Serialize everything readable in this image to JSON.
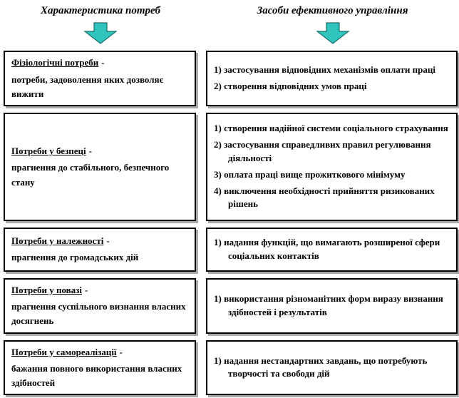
{
  "headers": {
    "left": "Характеристика потреб",
    "right": "Засоби ефективного управління"
  },
  "dash": "-",
  "colors": {
    "arrow_fill": "#2fc4bd",
    "arrow_stroke": "#1a6e6a"
  },
  "rows": [
    {
      "left": {
        "title": "Фізіологічні потреби",
        "desc": "потреби, задоволення яких дозволяє вижити"
      },
      "right": {
        "items": [
          "1) застосування відповідних механізмів оплати праці",
          "2) створення відповідних умов праці"
        ]
      }
    },
    {
      "left": {
        "title": "Потреби у безпеці",
        "desc": "прагнення до стабільного, безпечного стану"
      },
      "right": {
        "items": [
          "1) створення надійної системи соціального страхування",
          "2) застосування справедливих правил регулювання діяльності",
          "3) оплата праці вище прожиткового мінімуму",
          "4) виключення необхідності прийняття ризикованих рішень"
        ]
      }
    },
    {
      "left": {
        "title": "Потреби у належності",
        "desc": "прагнення до громадських дій"
      },
      "right": {
        "items": [
          "1) надання функцій, що вимагають розширеної сфери соціальних контактів"
        ]
      }
    },
    {
      "left": {
        "title": "Потреби у повазі",
        "desc": "прагнення суспільного визнання власних досягнень"
      },
      "right": {
        "items": [
          "1) використання різноманітних форм виразу визнання здібностей і результатів"
        ]
      }
    },
    {
      "left": {
        "title": "Потреби у самореалізації",
        "desc": "бажання повного використання власних здібностей"
      },
      "right": {
        "items": [
          "1) надання нестандартних завдань, що потребують творчості та свободи дій"
        ]
      }
    }
  ]
}
